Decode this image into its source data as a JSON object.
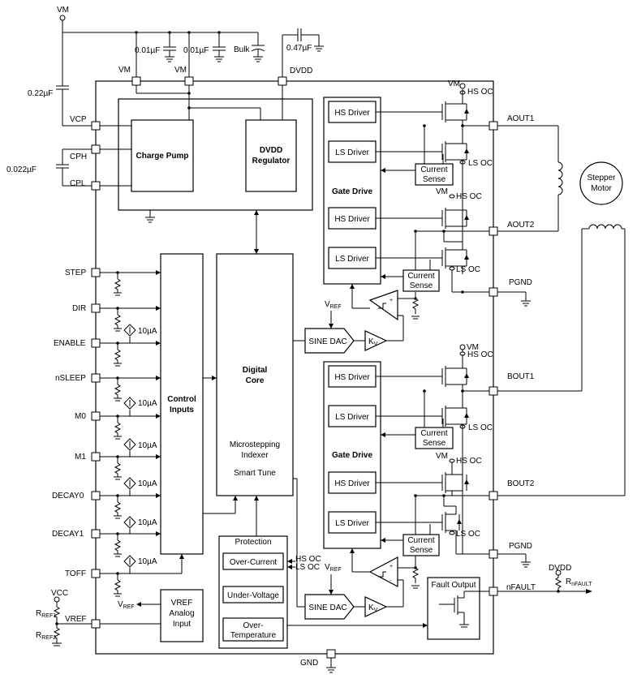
{
  "supply": {
    "vm": "VM",
    "dvdd": "DVDD",
    "gnd": "GND",
    "vcc": "VCC",
    "vref_int": "V",
    "vref_int_sub": "REF"
  },
  "caps": {
    "c1": "0.01µF",
    "c2": "0.01µF",
    "bulk": "Bulk",
    "c_dvdd": "0.47µF",
    "c_vcp": "0.22µF",
    "c_flying": "0.022µF"
  },
  "left_pins": [
    "VCP",
    "CPH",
    "CPL",
    "STEP",
    "DIR",
    "ENABLE",
    "nSLEEP",
    "M0",
    "M1",
    "DECAY0",
    "DECAY1",
    "TOFF",
    "VREF"
  ],
  "right_pins": [
    "AOUT1",
    "AOUT2",
    "PGND",
    "BOUT1",
    "BOUT2",
    "PGND",
    "nFAULT"
  ],
  "current_source": "10µA",
  "resistors": {
    "rref1": "R",
    "rref1_sub": "REF1",
    "rref2": "R",
    "rref2_sub": "REF2",
    "rnfault": "R",
    "rnfault_sub": "nFAULT"
  },
  "blocks": {
    "charge_pump": "Charge Pump",
    "dvdd_reg_1": "DVDD",
    "dvdd_reg_2": "Regulator",
    "control_1": "Control",
    "control_2": "Inputs",
    "core_1": "Digital",
    "core_2": "Core",
    "core_3": "Microstepping",
    "core_4": "Indexer",
    "core_5": "Smart Tune",
    "vref_1": "VREF",
    "vref_2": "Analog",
    "vref_3": "Input",
    "protection": "Protection",
    "overcurrent": "Over-Current",
    "undervoltage": "Under-Voltage",
    "overtemp_1": "Over-",
    "overtemp_2": "Temperature",
    "fault_output": "Fault Output",
    "hs_oc": "HS OC",
    "ls_oc": "LS OC"
  },
  "gate_drive": {
    "hs": "HS Driver",
    "ls": "LS Driver",
    "title": "Gate Drive",
    "cs_1": "Current",
    "cs_2": "Sense",
    "sine_dac": "SINE DAC",
    "kv": "K",
    "kv_sub": "V"
  },
  "motor": {
    "label_1": "Stepper",
    "label_2": "Motor"
  }
}
